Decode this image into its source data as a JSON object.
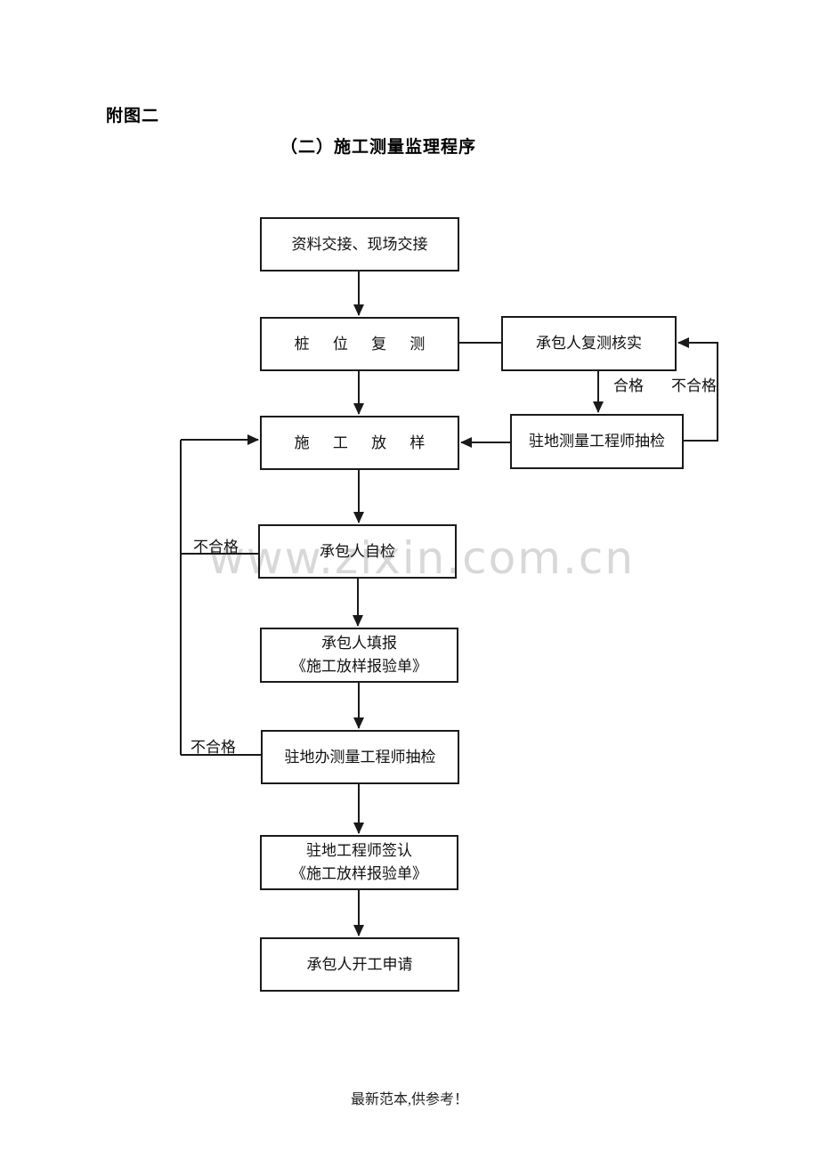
{
  "header": {
    "figure_label": "附图二",
    "title": "（二）施工测量监理程序"
  },
  "watermark": {
    "text": "www.zixin.com.cn"
  },
  "flowchart": {
    "nodes": [
      {
        "id": "data-handover",
        "lines": [
          "资料交接、现场交接"
        ]
      },
      {
        "id": "pile-position-recheck",
        "lines": [
          "桩 位 复 测"
        ]
      },
      {
        "id": "contractor-recheck-verify",
        "lines": [
          "承包人复测核实"
        ]
      },
      {
        "id": "construction-setting-out",
        "lines": [
          "施 工 放 样"
        ]
      },
      {
        "id": "resident-surveyor-spot-check",
        "lines": [
          "驻地测量工程师抽检"
        ]
      },
      {
        "id": "contractor-self-check",
        "lines": [
          "承包人自检"
        ]
      },
      {
        "id": "contractor-submit-form",
        "lines": [
          "承包人填报",
          "《施工放样报验单》"
        ]
      },
      {
        "id": "resident-office-surveyor-check",
        "lines": [
          "驻地办测量工程师抽检"
        ]
      },
      {
        "id": "resident-engineer-sign",
        "lines": [
          "驻地工程师签认",
          "《施工放样报验单》"
        ]
      },
      {
        "id": "contractor-start-application",
        "lines": [
          "承包人开工申请"
        ]
      }
    ],
    "edge_labels": {
      "qualified": "合格",
      "unqualified_top_right": "不合格",
      "unqualified_left_upper": "不合格",
      "unqualified_left_lower": "不合格"
    }
  },
  "footer": {
    "text": "最新范本,供参考！"
  },
  "colors": {
    "line": "#1a1a1a",
    "watermark": "#d8d8d8",
    "background": "#ffffff"
  }
}
